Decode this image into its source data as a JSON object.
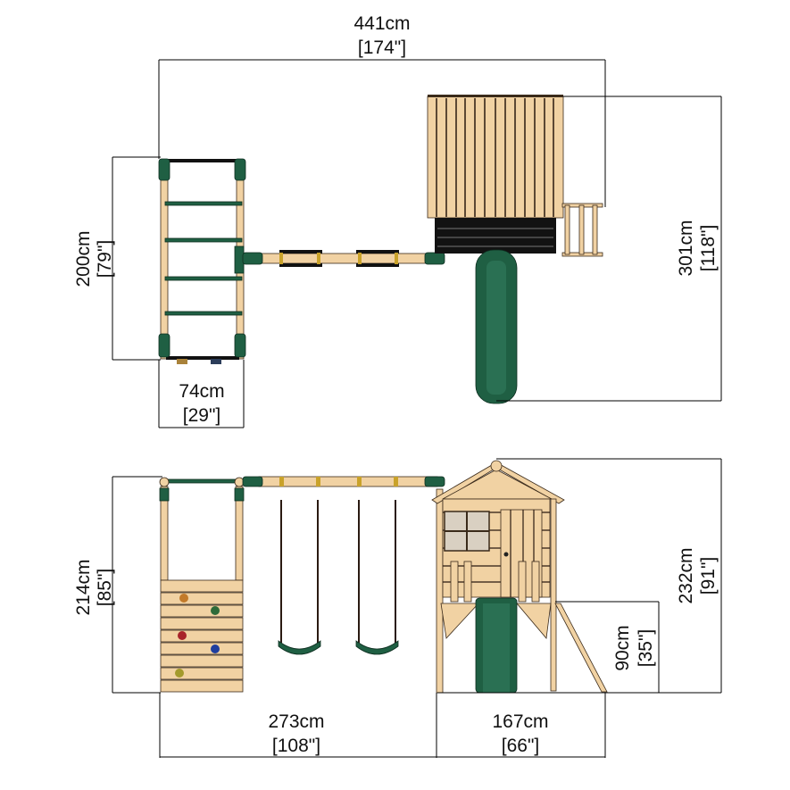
{
  "title": "Playset dimensions diagram (top view and front elevation)",
  "colors": {
    "wood": "#f1d2a3",
    "green": "#1f5f43",
    "line": "#000000",
    "background": "#ffffff"
  },
  "top_view": {
    "overall_width": {
      "cm": "441cm",
      "in": "[174\"]"
    },
    "climbing_frame_depth": {
      "cm": "200cm",
      "in": "[79\"]"
    },
    "climbing_frame_width": {
      "cm": "74cm",
      "in": "[29\"]"
    },
    "overall_depth": {
      "cm": "301cm",
      "in": "[118\"]"
    },
    "components": [
      "monkey-bar ladder frame",
      "swing beam with two swing seats",
      "playhouse roof",
      "access ladder",
      "slide"
    ]
  },
  "front_view": {
    "frame_height": {
      "cm": "214cm",
      "in": "[85\"]"
    },
    "swing_section_width": {
      "cm": "273cm",
      "in": "[108\"]"
    },
    "playhouse_width": {
      "cm": "167cm",
      "in": "[66\"]"
    },
    "total_height": {
      "cm": "232cm",
      "in": "[91\"]"
    },
    "platform_height": {
      "cm": "90cm",
      "in": "[35\"]"
    },
    "components": [
      "rock climbing wall",
      "two belt swings",
      "playhouse with window and door",
      "slide",
      "access ramp"
    ]
  }
}
